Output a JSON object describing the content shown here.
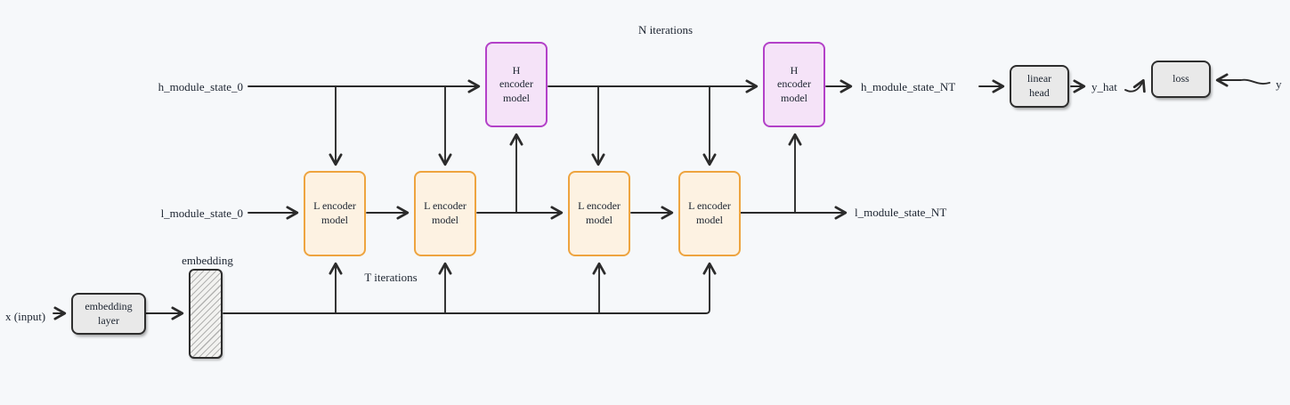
{
  "diagram": {
    "iteration_labels": {
      "n_iterations": "N iterations",
      "t_iterations": "T iterations"
    },
    "io_labels": {
      "h_state_0": "h_module_state_0",
      "l_state_0": "l_module_state_0",
      "h_state_nt": "h_module_state_NT",
      "l_state_nt": "l_module_state_NT",
      "x_input": "x (input)",
      "embedding": "embedding",
      "y_hat": "y_hat",
      "y": "y"
    },
    "nodes": {
      "h_encoder_1": "H\nencoder\nmodel",
      "h_encoder_2": "H\nencoder\nmodel",
      "l_encoder_1": "L encoder\nmodel",
      "l_encoder_2": "L encoder\nmodel",
      "l_encoder_3": "L encoder\nmodel",
      "l_encoder_4": "L encoder\nmodel",
      "embedding_layer": "embedding\nlayer",
      "linear_head": "linear\nhead",
      "loss": "loss"
    },
    "colors": {
      "background": "#f6f8fa",
      "line": "#2b2b2b",
      "h_node_fill": "#f5e3f8",
      "h_node_border": "#b341c8",
      "l_node_fill": "#fdf2e2",
      "l_node_border": "#eea43f",
      "gray_node_fill": "#e9e9e9",
      "gray_node_border": "#2e2e2e",
      "text": "#1c2430"
    }
  }
}
